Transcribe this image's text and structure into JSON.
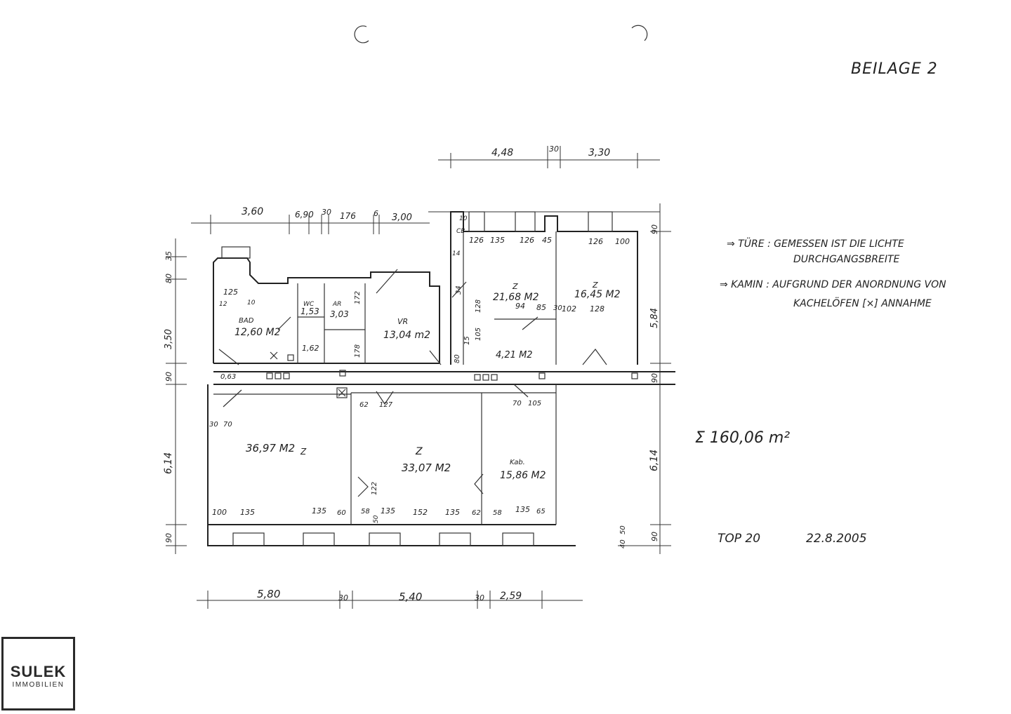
{
  "header": {
    "label": "BEILAGE 2"
  },
  "legend": {
    "door_line1": "⇒ TÜRE : GEMESSEN IST DIE LICHTE",
    "door_line2": "DURCHGANGSBREITE",
    "kamin_line1": "⇒ KAMIN : AUFGRUND DER ANORDNUNG VON",
    "kamin_line2": "KACHELÖFEN [×] ANNAHME"
  },
  "total_area": "Σ 160,06 m²",
  "top_label": "TOP 20",
  "date_label": "22.8.2005",
  "rooms": {
    "bad_name": "BAD",
    "bad_area": "12,60 M2",
    "wc_name": "WC",
    "wc_area": "1,53",
    "ar_name": "AR",
    "ar_area": "3,03",
    "vr_name": "VR",
    "vr_area": "13,04 m2",
    "room_a_name": "Z",
    "room_a_area": "21,68 M2",
    "room_b_name": "Z",
    "room_b_area": "16,45 M2",
    "room_c_name": "Z",
    "room_c_area": "36,97 M2",
    "room_d_name": "Z",
    "room_d_area": "33,07 M2",
    "kab_name": "Kab.",
    "kab_area": "15,86 M2",
    "small_area": "4,21 M2"
  },
  "dimensions": {
    "top_right": [
      "4,48",
      "30",
      "3,30"
    ],
    "top_left": [
      "3,60",
      "6,90",
      "30",
      "176",
      "6",
      "3,00"
    ],
    "bottom": [
      "5,80",
      "30",
      "5,40",
      "30",
      "2,59"
    ],
    "left_side": [
      "35",
      "80",
      "3,50",
      "90",
      "6,14",
      "90"
    ],
    "right_side": [
      "90",
      "5,84",
      "90",
      "6,14",
      "90",
      "40",
      "50"
    ],
    "openings_top": [
      "126",
      "135",
      "126",
      "45",
      "126",
      "100",
      "10",
      "14",
      "CB"
    ],
    "inner": [
      "125",
      "12",
      "10",
      "1,62",
      "172",
      "178",
      "15",
      "105",
      "128",
      "34",
      "94",
      "85",
      "30",
      "102",
      "128",
      "80",
      "0,63",
      "30",
      "70",
      "62",
      "127",
      "70",
      "105",
      "122",
      "50"
    ],
    "openings_bottom": [
      "100",
      "135",
      "135",
      "60",
      "58",
      "135",
      "152",
      "135",
      "62",
      "58",
      "135",
      "65"
    ]
  },
  "logo": {
    "name": "SULEK",
    "sub": "IMMOBILIEN"
  }
}
